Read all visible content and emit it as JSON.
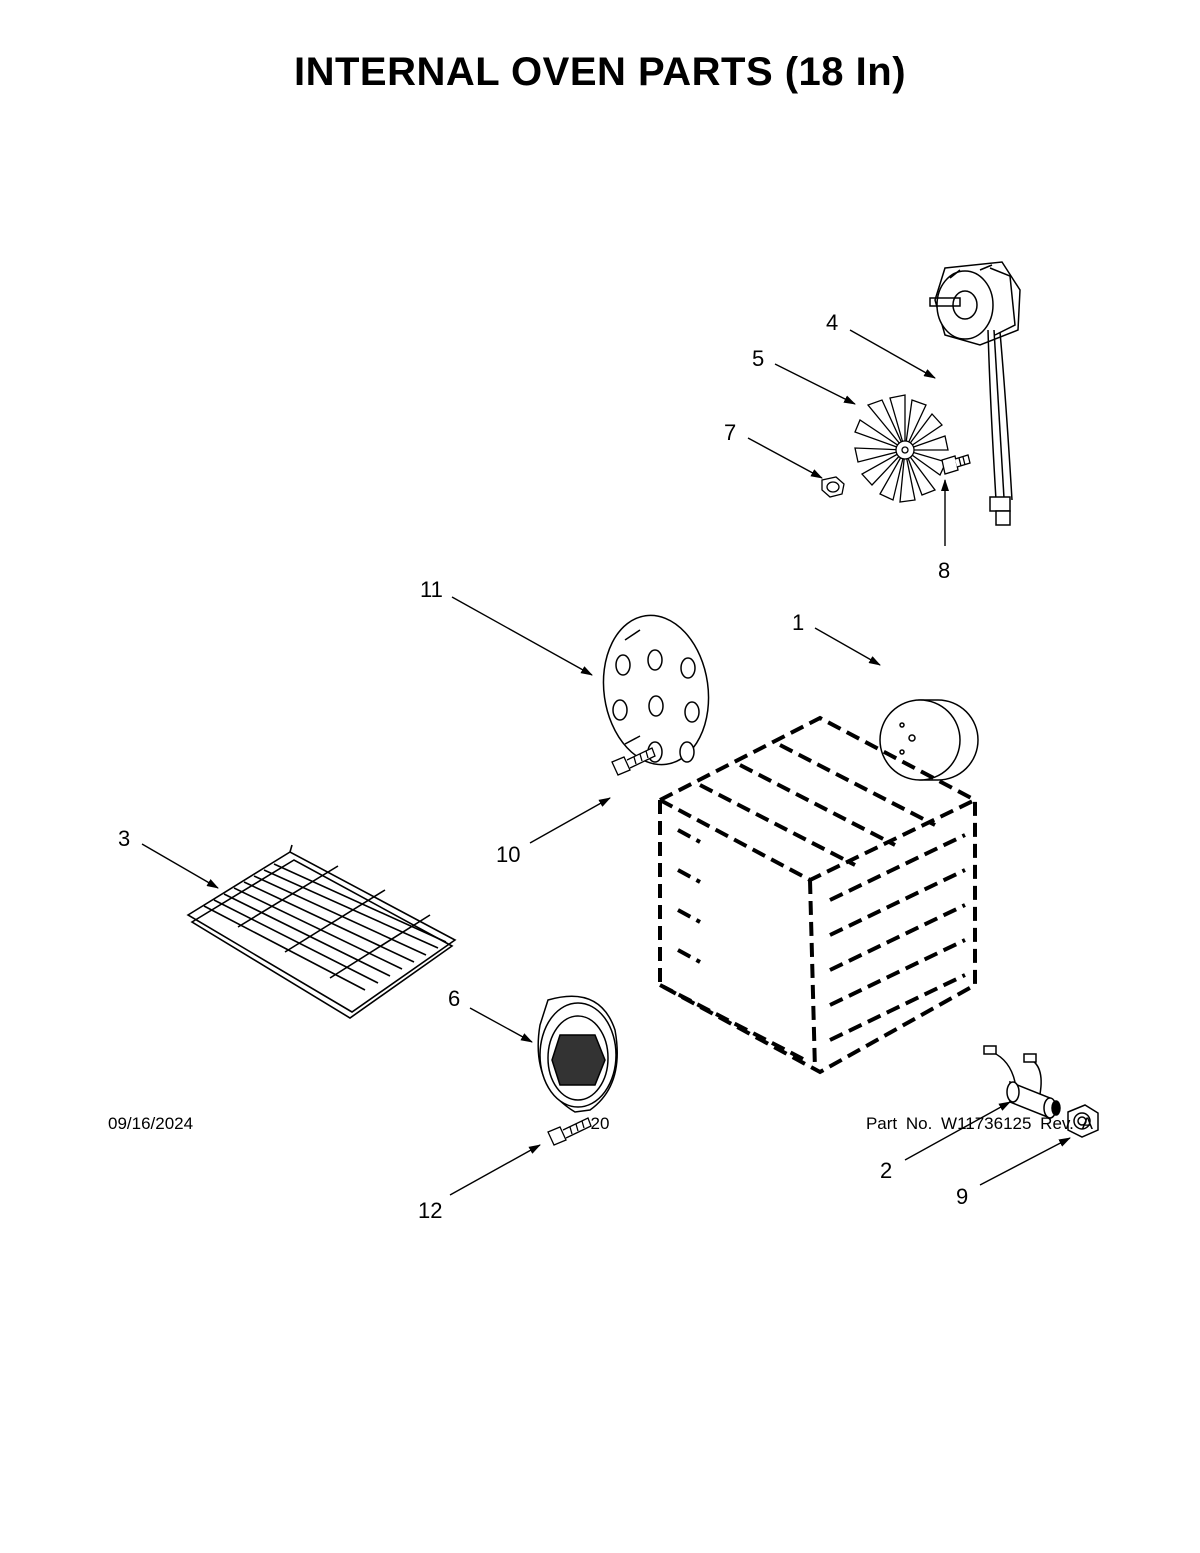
{
  "title": "INTERNAL OVEN PARTS (18 In)",
  "callouts": {
    "c1": "1",
    "c2": "2",
    "c3": "3",
    "c4": "4",
    "c5": "5",
    "c6": "6",
    "c7": "7",
    "c8": "8",
    "c9": "9",
    "c10": "10",
    "c11": "11",
    "c12": "12"
  },
  "footer": {
    "date": "09/16/2024",
    "page": "20",
    "part": "Part No.  W11736125  Rev.  A"
  }
}
